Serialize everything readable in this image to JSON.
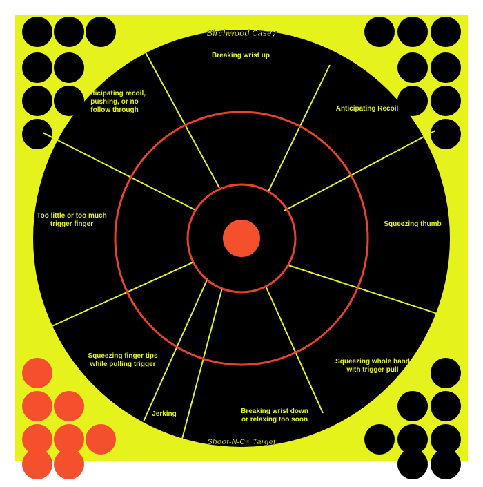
{
  "brand": {
    "top_logo": "Birchwood Casey",
    "bottom_logo": "Shoot-N-C® Target"
  },
  "colors": {
    "background": "#ffffff",
    "sheet": "#e6f21c",
    "target": "#000000",
    "lines": "#e6f21c",
    "label_text": "#e6f21c",
    "rings": "#e8412c",
    "bullseye": "#f4502e",
    "orange_pasters": "#f4502e",
    "black_pasters": "#000000",
    "logo_text": "#e6f21c",
    "logo_outline": "#000000"
  },
  "sectors": [
    {
      "label": "Breaking wrist up"
    },
    {
      "label": "Anticipating Recoil"
    },
    {
      "label": "Squeezing thumb"
    },
    {
      "label": "Squeezing whole hand\nwith trigger pull"
    },
    {
      "label": "Breaking wrist down\nor relaxing too soon"
    },
    {
      "label": "Jerking"
    },
    {
      "label": "Squeezing finger tips\nwhile pulling trigger"
    },
    {
      "label": "Too little or too much\ntrigger finger"
    },
    {
      "label": "Anticipating recoil,\npushing, or no\nfollow through"
    }
  ],
  "pasters": {
    "top_left": {
      "count": 8,
      "color": "black"
    },
    "top_right": {
      "count": 8,
      "color": "black"
    },
    "bottom_left": {
      "count": 8,
      "color": "orange"
    },
    "bottom_right": {
      "count": 8,
      "color": "black"
    }
  }
}
